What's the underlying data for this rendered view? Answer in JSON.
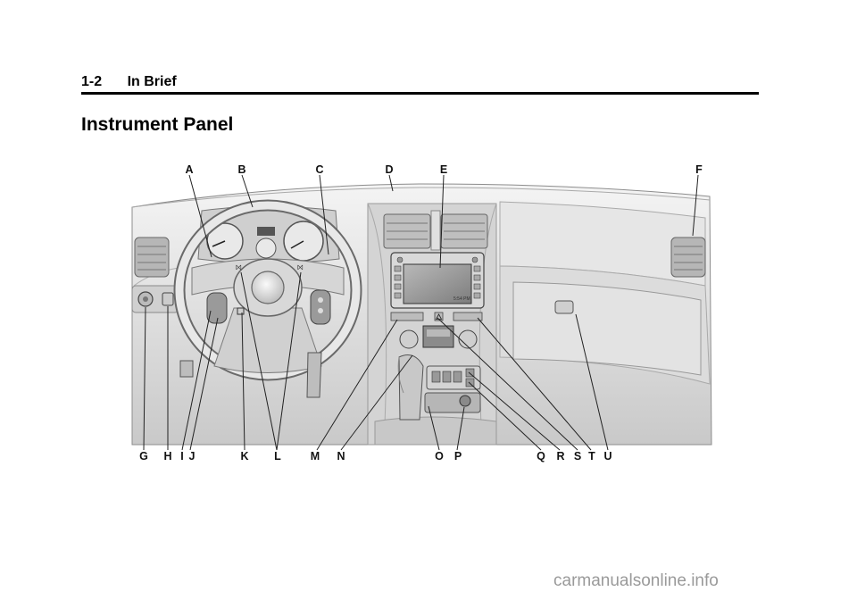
{
  "header": {
    "page_number": "1-2",
    "section": "In Brief"
  },
  "title": "Instrument Panel",
  "figure": {
    "callouts": [
      "A",
      "B",
      "C",
      "D",
      "E",
      "F",
      "G",
      "H",
      "I",
      "J",
      "K",
      "L",
      "M",
      "N",
      "O",
      "P",
      "Q",
      "R",
      "S",
      "T",
      "U"
    ],
    "radio_clock": "5:54 PM"
  },
  "watermark": "carmanualsonline.info"
}
